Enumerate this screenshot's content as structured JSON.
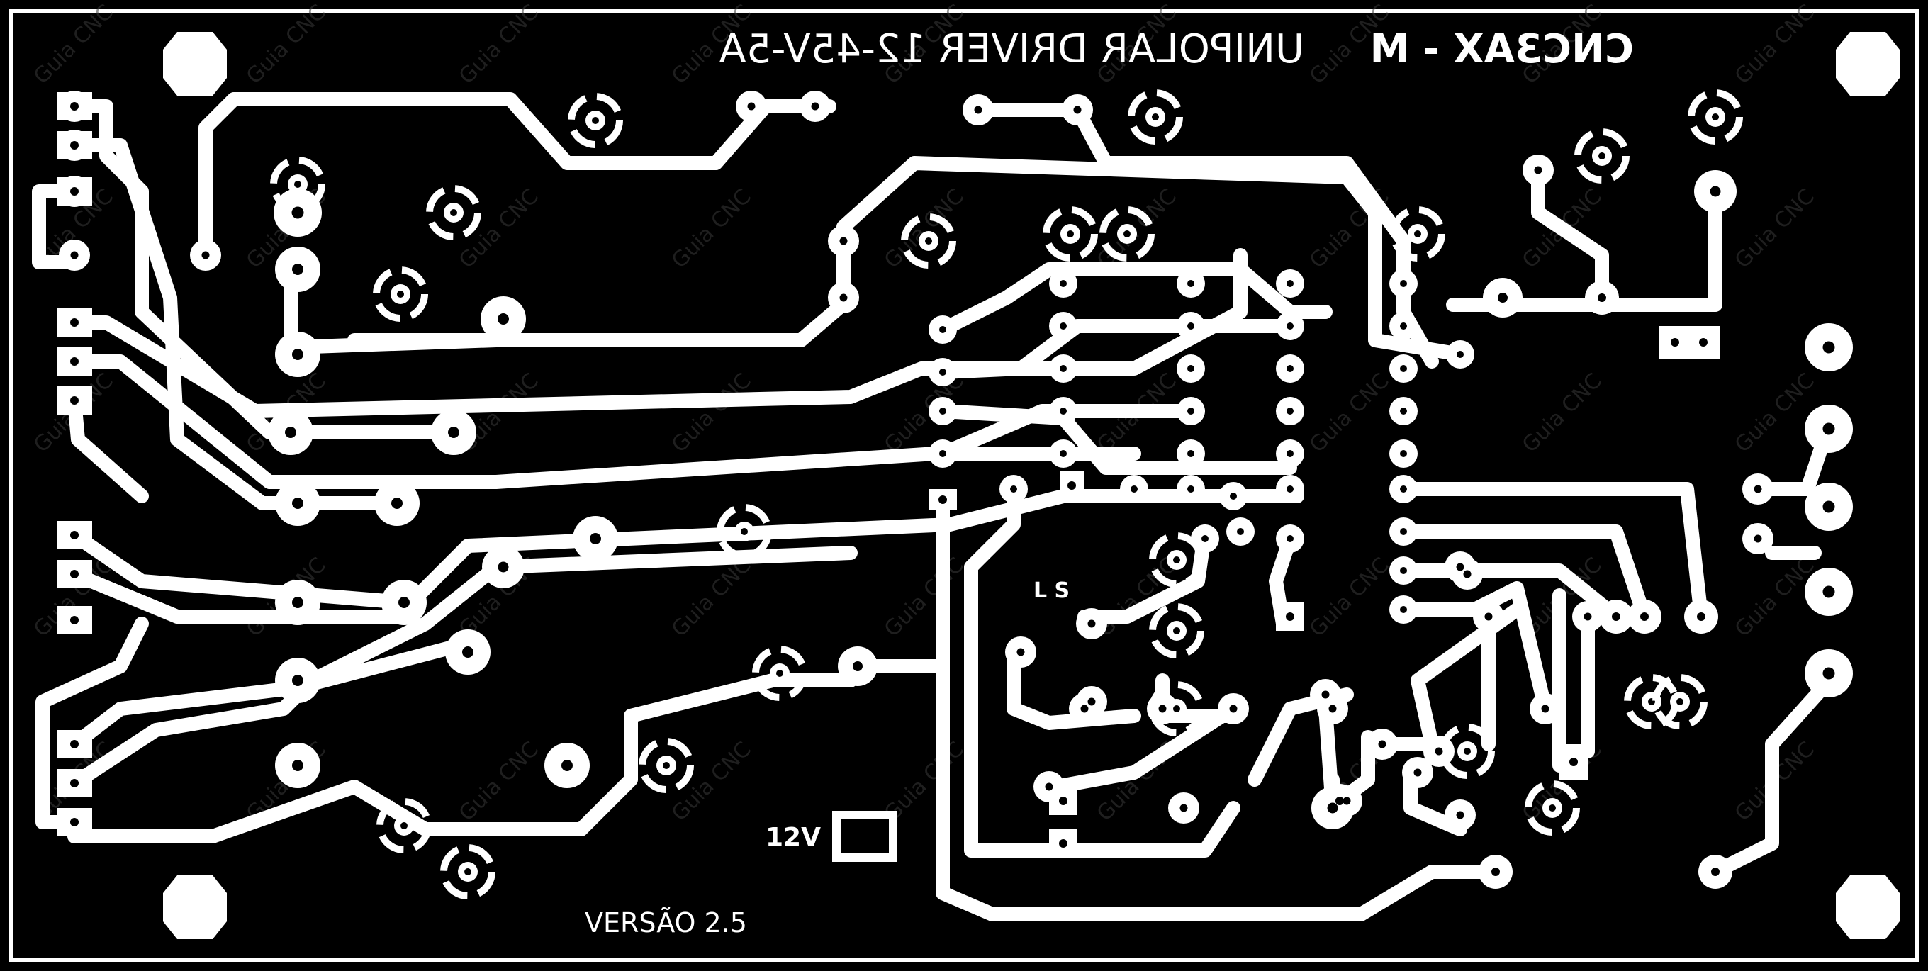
{
  "board": {
    "title_left": "CNC3AX - M",
    "title_right": "UNIPOLAR DRIVER 12-45V-5A",
    "ls_label": "L S",
    "power_label": "12V",
    "version_label": "VERSÃO 2.5",
    "watermark_text": "Guia CNC"
  },
  "colors": {
    "background": "#000000",
    "copper": "#ffffff",
    "watermark": "#3a3a3a",
    "watermark_accent": "#6a4a2a"
  }
}
